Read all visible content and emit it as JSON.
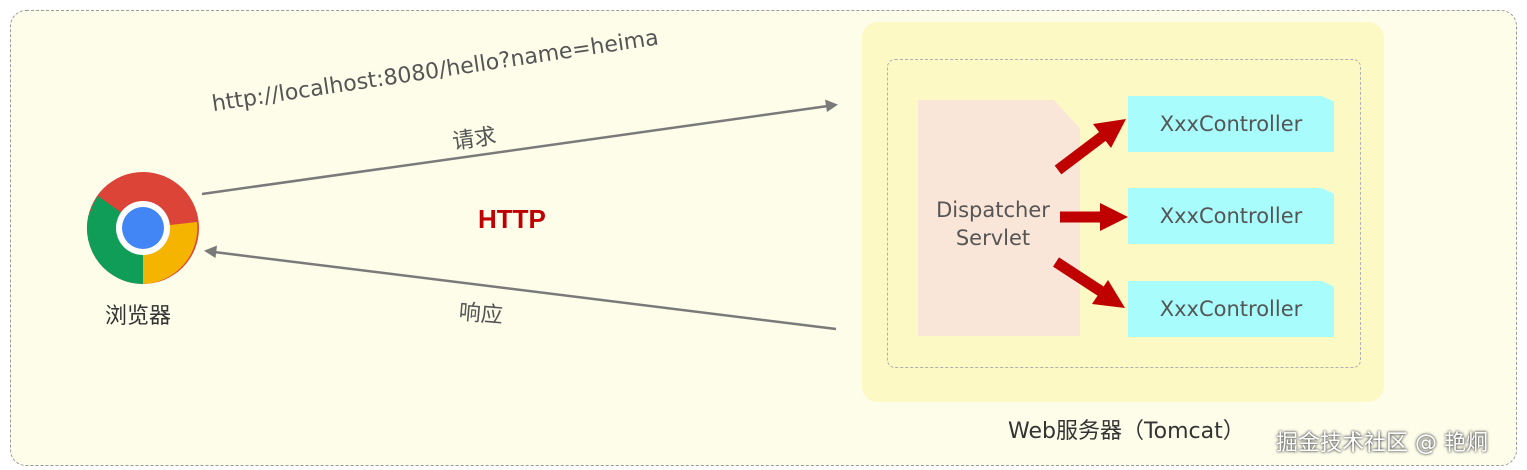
{
  "browser": {
    "label": "浏览器",
    "icon": "chrome-icon"
  },
  "request": {
    "url": "http://localhost:8080/hello?name=heima",
    "label": "请求"
  },
  "response": {
    "label": "响应"
  },
  "protocol": {
    "label": "HTTP",
    "color": "#c00000"
  },
  "server": {
    "label": "Web服务器（Tomcat）",
    "dispatcher": "Dispatcher Servlet",
    "controllers": [
      "XxxController",
      "XxxController",
      "XxxController"
    ]
  },
  "watermark": "掘金技术社区 @ 艳炯",
  "colors": {
    "frame_bg": "#fdfdea",
    "server_bg": "#fdf9c4",
    "dispatcher_bg": "#f9e6d8",
    "controller_bg": "#a8fcfc",
    "arrow_red": "#c00000"
  }
}
